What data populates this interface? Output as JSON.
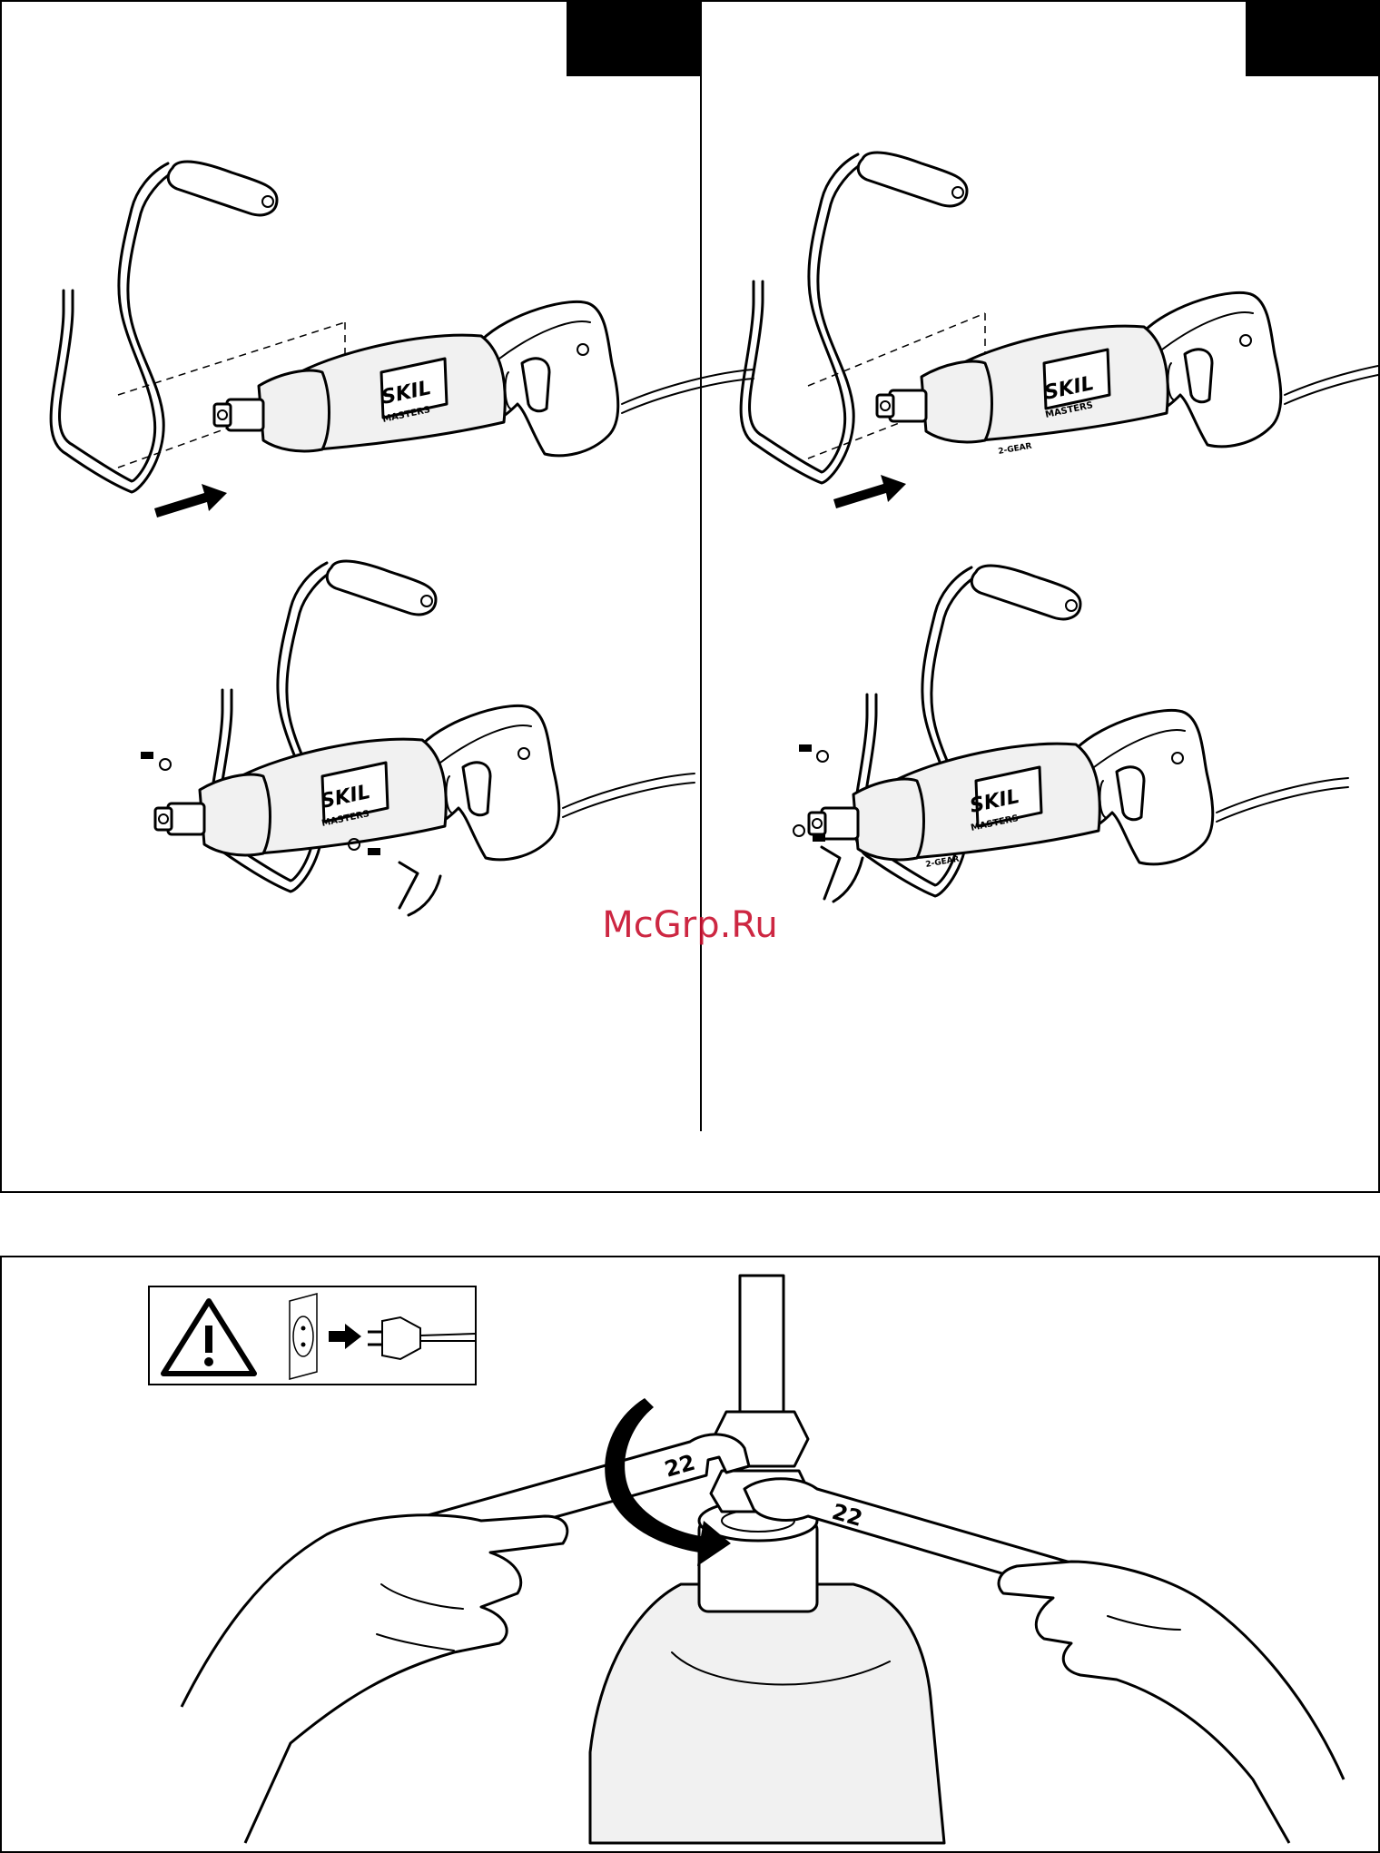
{
  "watermark": "McGrp.Ru",
  "brand": {
    "logo": "SKIL",
    "series": "MASTERS"
  },
  "gear_mark": "2-GEAR",
  "wrench_size_left": "22",
  "wrench_size_right": "22",
  "icons": {
    "warning": "warning-triangle-icon",
    "socket": "power-socket-icon",
    "arrow": "arrow-right-icon",
    "plug": "power-plug-icon"
  }
}
